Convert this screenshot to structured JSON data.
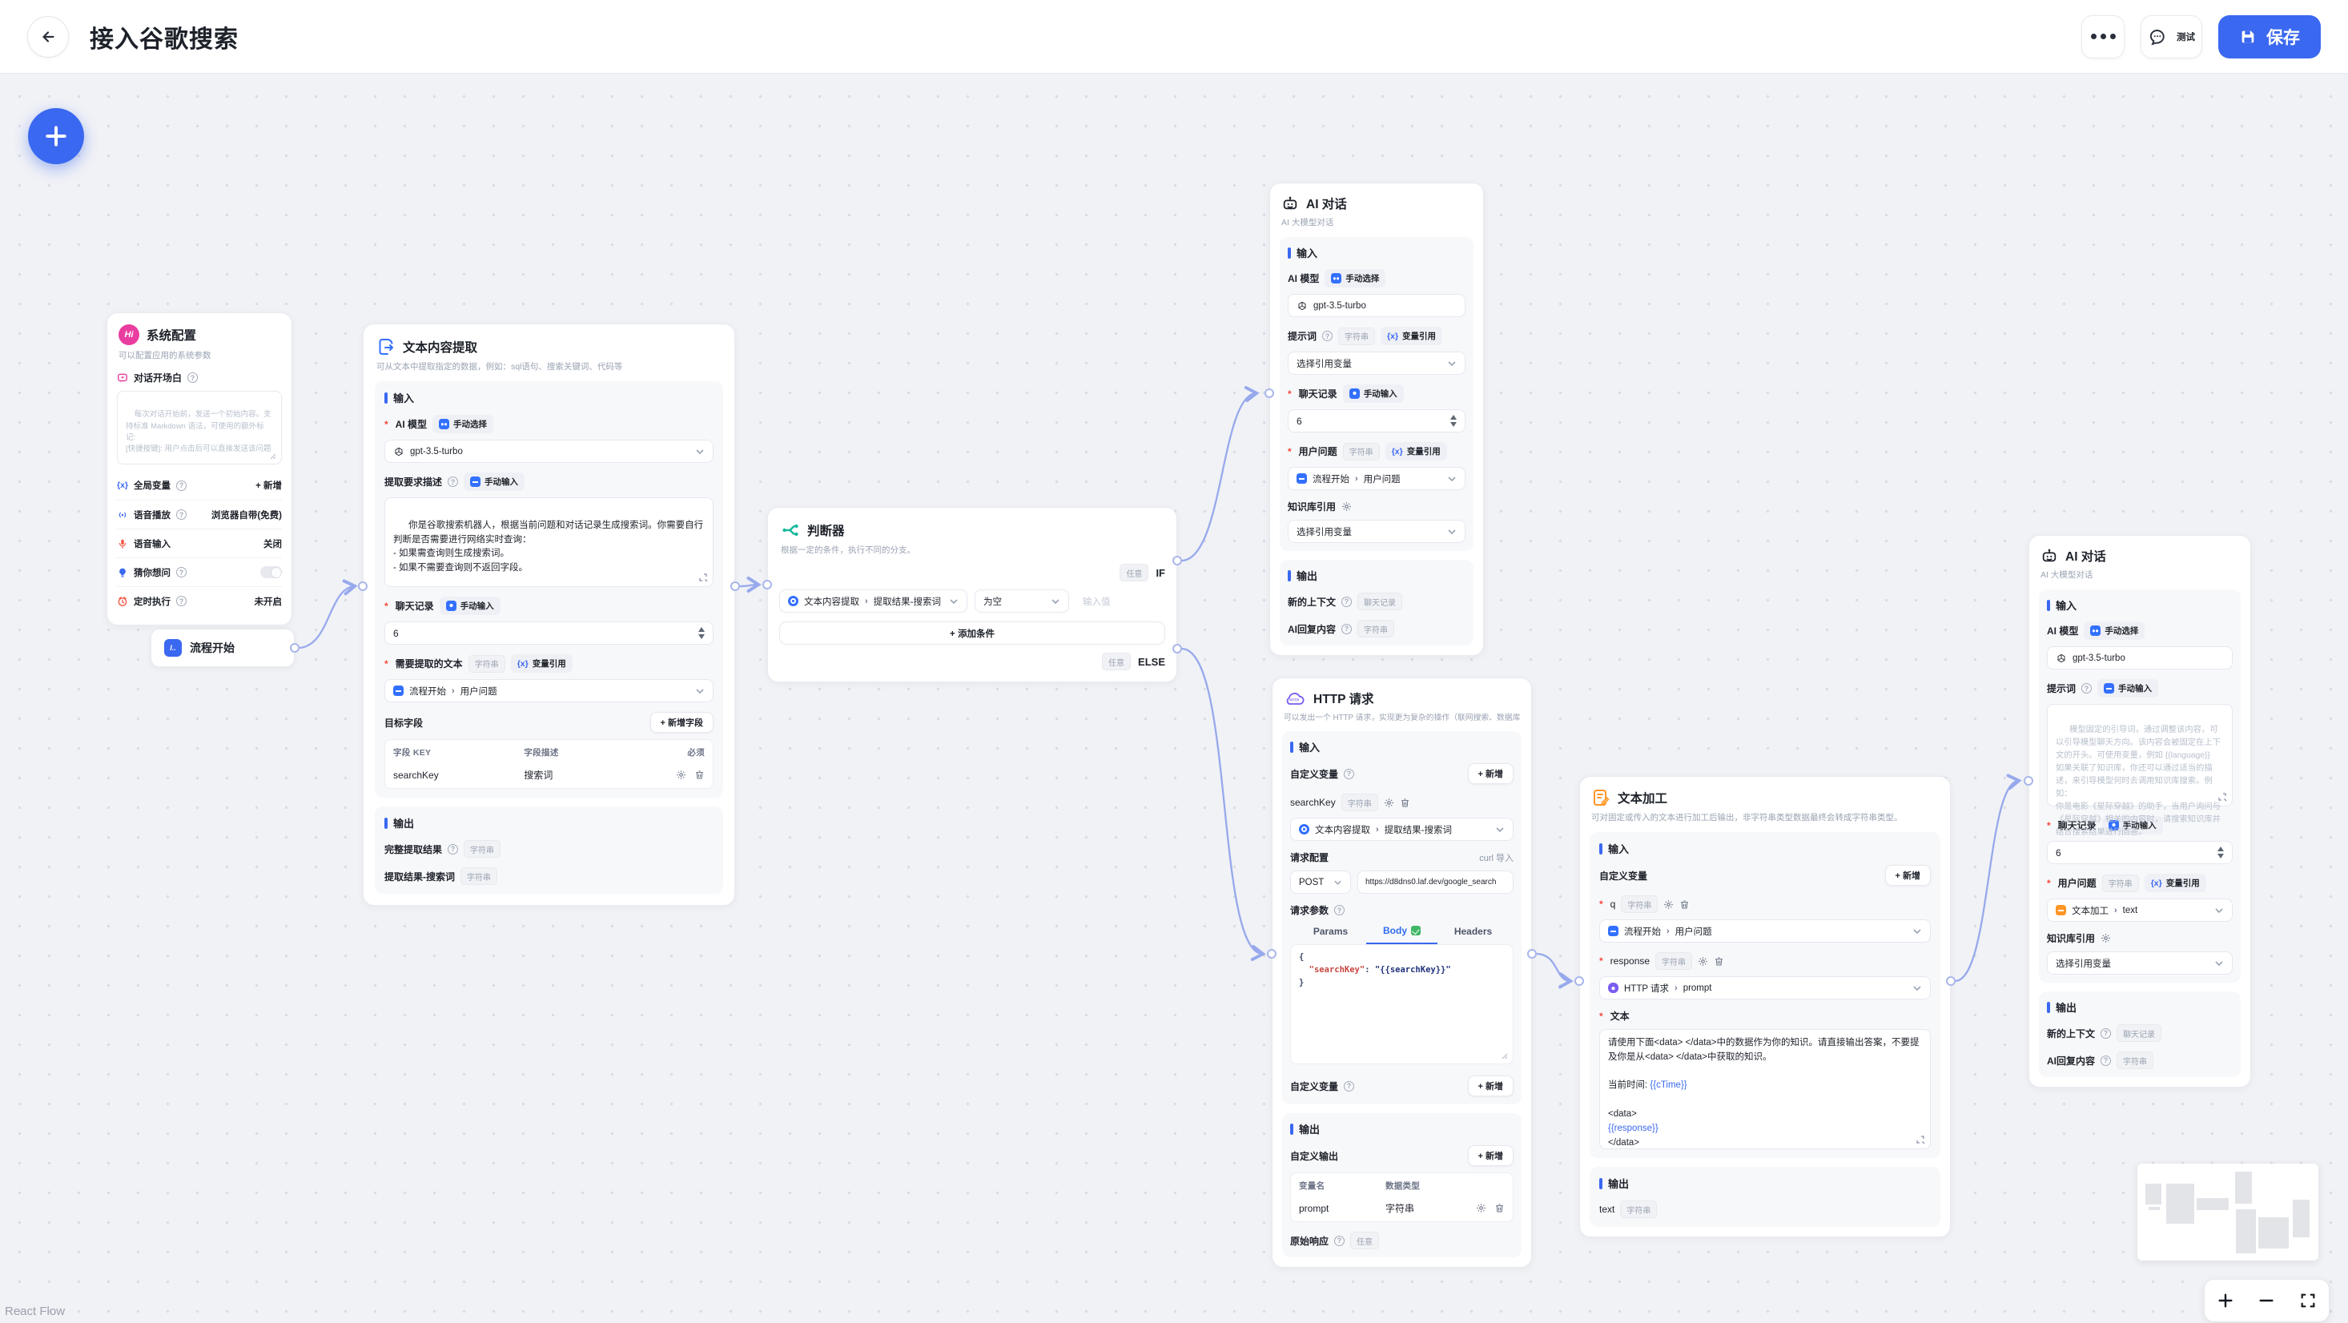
{
  "topbar": {
    "title": "接入谷歌搜索",
    "test": "测试",
    "save": "保存"
  },
  "attribution": "React Flow",
  "ui": {
    "sep": "›",
    "vx": "{x}"
  },
  "colors": {
    "primary": "#3a68f0",
    "edge": "#97a9ec",
    "pink": "#e93d9e",
    "teal": "#13b89a",
    "purple": "#7a5cf0",
    "orange": "#ff9626",
    "node_blue": "#3370ff"
  },
  "icons": {
    "back": "arrow-left-icon",
    "more": "ellipsis-icon",
    "test": "chat-bubble-icon",
    "save": "floppy-icon",
    "fab": "plus-icon",
    "zoom_in": "plus-icon",
    "zoom_out": "minus-icon",
    "fullscreen": "fullscreen-icon",
    "gear": "gear-icon",
    "trash": "trash-icon"
  },
  "nodes": {
    "system": {
      "title": "系统配置",
      "subtitle": "可以配置应用的系统参数",
      "opening_label": "对话开场白",
      "opening_placeholder": "每次对话开始前，发送一个初始内容。支持标准 Markdown 语法，可使用的额外标记:\n[快捷按键]: 用户点击后可以直接发送该问题",
      "global_label": "全局变量",
      "global_action": "+ 新增",
      "tts_label": "语音播放",
      "tts_value": "浏览器自带(免费)",
      "stt_label": "语音输入",
      "stt_value": "关闭",
      "guess_label": "猜你想问",
      "timer_label": "定时执行",
      "timer_value": "未开启"
    },
    "start": {
      "title": "流程开始"
    },
    "extract": {
      "title": "文本内容提取",
      "subtitle": "可从文本中提取指定的数据，例如：sql语句、搜索关键词、代码等",
      "sec_in": "输入",
      "sec_out": "输出",
      "model_label": "AI 模型",
      "model_badge": "手动选择",
      "model": "gpt-3.5-turbo",
      "desc_label": "提取要求描述",
      "desc_badge": "手动输入",
      "desc_text": "你是谷歌搜索机器人，根据当前问题和对话记录生成搜索词。你需要自行判断是否需要进行网络实时查询：\n- 如果需查询则生成搜索词。\n- 如果不需要查询则不返回字段。",
      "history_label": "聊天记录",
      "history_badge": "手动输入",
      "history_value": "6",
      "target_label": "需要提取的文本",
      "type_badge": "字符串",
      "ref_badge": "变量引用",
      "target_source": "流程开始",
      "target_field": "用户问题",
      "fields_label": "目标字段",
      "add_field": "+ 新增字段",
      "col_key": "字段 KEY",
      "col_desc": "字段描述",
      "col_required": "必须",
      "row_key": "searchKey",
      "row_desc": "搜索词",
      "out1_label": "完整提取结果",
      "out1_badge": "字符串",
      "out2_label": "提取结果-搜索词",
      "out2_badge": "字符串"
    },
    "condition": {
      "title": "判断器",
      "subtitle": "根据一定的条件，执行不同的分支。",
      "any_if": "任意",
      "if": "IF",
      "any_else": "任意",
      "else": "ELSE",
      "left_source": "文本内容提取",
      "left_field": "提取结果-搜索词",
      "op": "为空",
      "value_placeholder": "输入值",
      "add": "+ 添加条件"
    },
    "chatTop": {
      "title": "AI 对话",
      "subtitle": "AI 大模型对话",
      "sec_in": "输入",
      "sec_out": "输出",
      "model_label": "AI 模型",
      "model_badge": "手动选择",
      "model": "gpt-3.5-turbo",
      "prompt_label": "提示词",
      "type_badge": "字符串",
      "ref_badge": "变量引用",
      "prompt_placeholder": "选择引用变量",
      "history_label": "聊天记录",
      "history_badge": "手动输入",
      "history_value": "6",
      "q_label": "用户问题",
      "q_type_badge": "字符串",
      "q_ref_badge": "变量引用",
      "q_source": "流程开始",
      "q_field": "用户问题",
      "kb_label": "知识库引用",
      "kb_placeholder": "选择引用变量",
      "out1_label": "新的上下文",
      "out1_badge": "聊天记录",
      "out2_label": "AI回复内容",
      "out2_badge": "字符串"
    },
    "http": {
      "title": "HTTP 请求",
      "subtitle": "可以发出一个 HTTP 请求，实现更为复杂的操作（联网搜索、数据库查询等）",
      "sec_in": "输入",
      "sec_out": "输出",
      "custom_var": "自定义变量",
      "add": "+ 新增",
      "var_name": "searchKey",
      "type_badge": "字符串",
      "var_source": "文本内容提取",
      "var_field": "提取结果-搜索词",
      "config_label": "请求配置",
      "curl": "curl 导入",
      "method": "POST",
      "url": "https://d8dns0.laf.dev/google_search",
      "params_label": "请求参数",
      "tab_params": "Params",
      "tab_body": "Body",
      "tab_headers": "Headers",
      "code1": "{\n  ",
      "code_key": "\"searchKey\"",
      "code_sep": ": ",
      "code_val": "\"{{searchKey}}\"",
      "code2": "\n}",
      "custom_var2": "自定义变量",
      "add2": "+ 新增",
      "custom_out": "自定义输出",
      "add3": "+ 新增",
      "col_name": "变量名",
      "col_type": "数据类型",
      "row_name": "prompt",
      "row_type": "字符串",
      "raw_label": "原始响应",
      "raw_badge": "任意"
    },
    "textproc": {
      "title": "文本加工",
      "subtitle": "可对固定或传入的文本进行加工后输出，非字符串类型数据最终会转成字符串类型。",
      "sec_in": "输入",
      "sec_out": "输出",
      "custom_var": "自定义变量",
      "add": "+ 新增",
      "type_badge": "字符串",
      "v1_name": "q",
      "v1_source": "流程开始",
      "v1_field": "用户问题",
      "v2_name": "response",
      "v2_source": "HTTP 请求",
      "v2_field": "prompt",
      "text_label": "文本",
      "t1": "请使用下面<data> </data>中的数据作为你的知识。请直接输出答案，不要提及你是从<data> </data>中获取的知识。\n\n当前时间: ",
      "t2": "{{cTime}}",
      "t3": "\n\n<data>\n",
      "t4": "{{response}}",
      "t5": "\n</data>",
      "out_name": "text",
      "out_badge": "字符串"
    },
    "chatRight": {
      "title": "AI 对话",
      "subtitle": "AI 大模型对话",
      "sec_in": "输入",
      "sec_out": "输出",
      "model_label": "AI 模型",
      "model_badge": "手动选择",
      "model": "gpt-3.5-turbo",
      "prompt_label": "提示词",
      "prompt_badge": "手动输入",
      "prompt_placeholder": "模型固定的引导词，通过调整该内容，可以引导模型聊天方向。该内容会被固定在上下文的开头。可使用变量，例如 {{language}}\n如果关联了知识库，你还可以通过适当的描述，来引导模型何时去调用知识库搜索。例如：\n你是电影《星际穿越》的助手，当用户询问与《星际穿越》相关的内容时，请搜索知识库并结合搜索结果进行回答。",
      "history_label": "聊天记录",
      "history_badge": "手动输入",
      "history_value": "6",
      "q_label": "用户问题",
      "q_type_badge": "字符串",
      "q_ref_badge": "变量引用",
      "q_source": "文本加工",
      "q_field": "text",
      "kb_label": "知识库引用",
      "kb_placeholder": "选择引用变量",
      "out1_label": "新的上下文",
      "out1_badge": "聊天记录",
      "out2_label": "AI回复内容",
      "out2_badge": "字符串"
    }
  }
}
